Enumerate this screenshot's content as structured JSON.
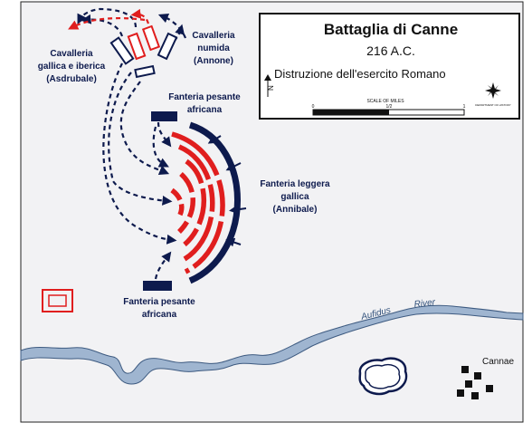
{
  "map": {
    "title": "Battaglia di Canne",
    "year": "216 A.C.",
    "subtitle": "Distruzione dell'esercito Romano",
    "north_label": "N",
    "scale": {
      "label": "SCALE OF MILES",
      "ticks": [
        "0",
        "1/2",
        "1"
      ]
    },
    "publisher_mark": "DEPARTMENT OF HISTORY",
    "labels": {
      "cav_gallica_1": "Cavalleria",
      "cav_gallica_2": "gallica e iberica",
      "cav_gallica_3": "(Asdrubale)",
      "cav_numida_1": "Cavalleria",
      "cav_numida_2": "numida",
      "cav_numida_3": "(Annone)",
      "fant_pes_top_1": "Fanteria pesante",
      "fant_pes_top_2": "africana",
      "fant_leggera_1": "Fanteria leggera",
      "fant_leggera_2": "gallica",
      "fant_leggera_3": "(Annibale)",
      "fant_pes_bot_1": "Fanteria pesante",
      "fant_pes_bot_2": "africana",
      "river_name_1": "Aufidus",
      "river_name_2": "River",
      "town": "Cannae"
    },
    "colors": {
      "background": "#f2f2f4",
      "carthaginian": "#0d1a4d",
      "roman": "#e01e1e",
      "river": "#9fb5d0",
      "river_edge": "#3d5a80"
    }
  }
}
